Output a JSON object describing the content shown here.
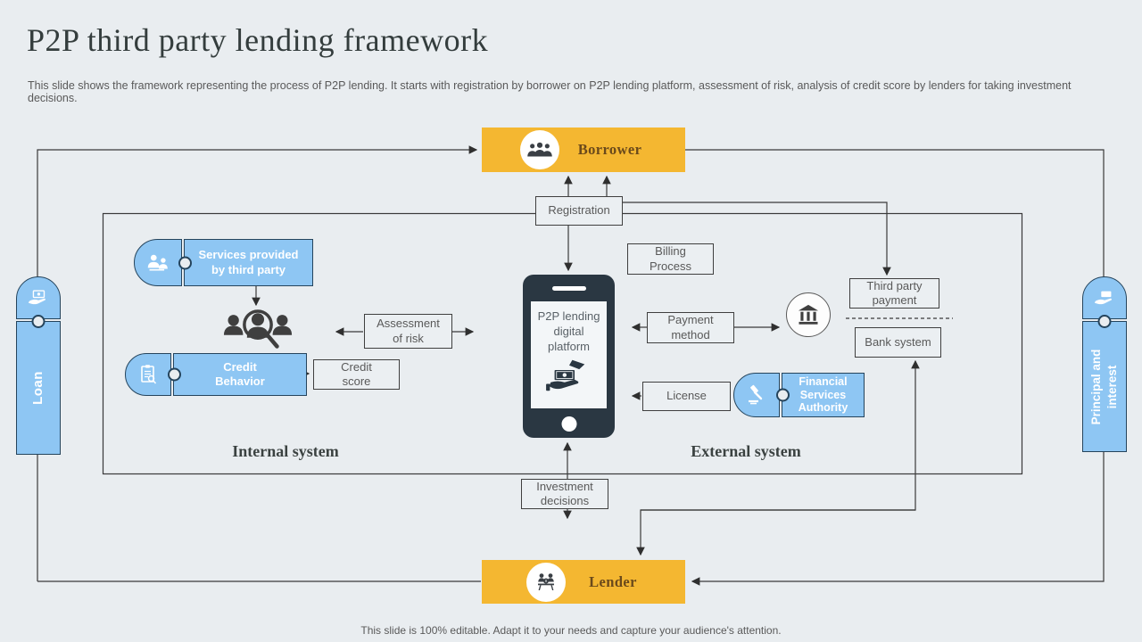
{
  "slide": {
    "title": "P2P third party lending framework",
    "subtitle": "This slide shows the framework representing the process of P2P lending. It starts with registration by borrower on P2P lending platform, assessment of risk, analysis of credit score by lenders for taking investment decisions.",
    "footer": "This slide is 100% editable. Adapt it to your needs and capture your audience's attention."
  },
  "zones": {
    "internal": "Internal system",
    "external": "External system"
  },
  "nodes": {
    "borrower": "Borrower",
    "lender": "Lender",
    "registration": "Registration",
    "billing_process": "Billing Process",
    "assessment_of_risk": "Assessment of risk",
    "credit_score": "Credit score",
    "services_third_party": "Services provided by third party",
    "credit_behavior": "Credit Behavior",
    "platform": "P2P lending digital platform",
    "payment_method": "Payment method",
    "license": "License",
    "third_party_payment": "Third party payment",
    "bank_system": "Bank system",
    "financial_services_authority": "Financial Services Authority",
    "investment_decisions": "Investment decisions",
    "loan": "Loan",
    "principal_and_interest": "Principal and interest"
  },
  "icons": {
    "borrower": "people-group-icon",
    "lender": "investors-money-icon",
    "loan_ribbon": "hand-giving-money-icon",
    "principal_ribbon": "hand-receiving-money-icon",
    "services": "partners-icon",
    "credit_behavior": "credit-report-magnifier-icon",
    "financial_services_authority": "gavel-icon",
    "bank": "bank-building-icon",
    "risk_review": "people-search-icon",
    "platform_screen": "money-in-hand-icon"
  },
  "colors": {
    "background": "#e9edf0",
    "accent_yellow": "#f4b731",
    "accent_blue": "#8ec6f3",
    "blue_border": "#25445c",
    "phone_body": "#2a3742",
    "connector_line": "#3a3a3a",
    "box_border": "#3f3f3f",
    "muted_text": "#595959",
    "band_text": "#6b4a1b"
  }
}
